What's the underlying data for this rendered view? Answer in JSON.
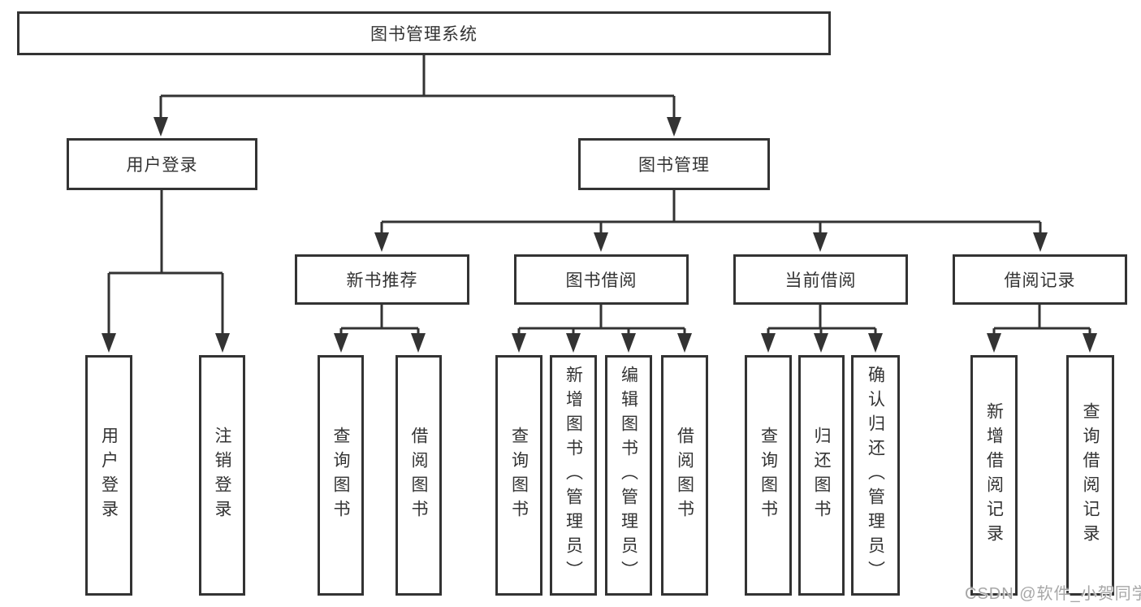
{
  "diagram": {
    "root": {
      "label": "图书管理系统"
    },
    "branches": [
      {
        "label": "用户登录",
        "children": [
          {
            "label": "用户登录"
          },
          {
            "label": "注销登录"
          }
        ]
      },
      {
        "label": "图书管理",
        "children": [
          {
            "label": "新书推荐",
            "children": [
              {
                "label": "查询图书"
              },
              {
                "label": "借阅图书"
              }
            ]
          },
          {
            "label": "图书借阅",
            "children": [
              {
                "label": "查询图书"
              },
              {
                "label": "新增图书（管理员）"
              },
              {
                "label": "编辑图书（管理员）"
              },
              {
                "label": "借阅图书"
              }
            ]
          },
          {
            "label": "当前借阅",
            "children": [
              {
                "label": "查询图书"
              },
              {
                "label": "归还图书"
              },
              {
                "label": "确认归还（管理员）"
              }
            ]
          },
          {
            "label": "借阅记录",
            "children": [
              {
                "label": "新增借阅记录"
              },
              {
                "label": "查询借阅记录"
              }
            ]
          }
        ]
      }
    ]
  },
  "watermark": {
    "text": "CSDN @软件_小贺同学"
  },
  "colors": {
    "line": "#333333",
    "box_border": "#333333",
    "text": "#333333",
    "background": "#ffffff",
    "watermark": "#a2a2a2"
  }
}
